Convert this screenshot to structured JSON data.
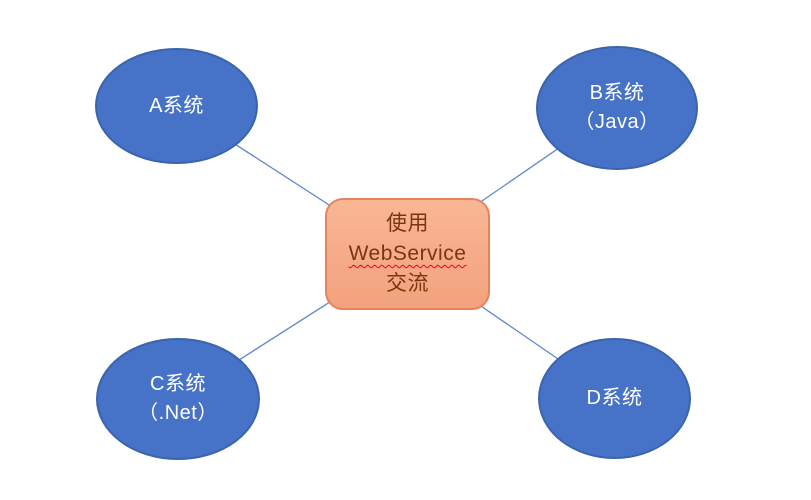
{
  "diagram": {
    "description": "Four system ellipses connected to a central rounded box",
    "nodes": [
      {
        "id": "a",
        "label": "A系统",
        "sublabel": ""
      },
      {
        "id": "b",
        "label": "B系统",
        "sublabel": "（Java）"
      },
      {
        "id": "c",
        "label": "C系统",
        "sublabel": "（.Net）"
      },
      {
        "id": "d",
        "label": "D系统",
        "sublabel": ""
      }
    ],
    "center_box": {
      "line1": "使用",
      "line2": "WebService",
      "line3": "交流",
      "spellcheck_underlined_word": "WebService"
    },
    "colors": {
      "background": "#FFFFFF",
      "node_fill": "#4673C8",
      "node_border": "#3B64AE",
      "node_text": "#FFFFFF",
      "box_fill": "#F5A987",
      "box_border": "#E9815B",
      "box_text": "#7A3510",
      "connector_line": "#6088CC",
      "spellcheck_underline": "#FF0000"
    }
  }
}
